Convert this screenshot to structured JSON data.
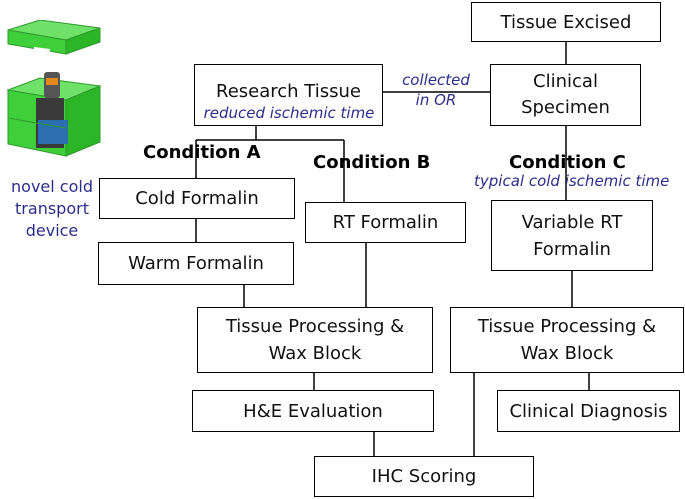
{
  "boxes": {
    "tissue_excised": "Tissue Excised",
    "research_tissue": "Research Tissue",
    "research_tissue_note": "reduced ischemic time",
    "clinical_specimen_line1": "Clinical",
    "clinical_specimen_line2": "Specimen",
    "cold_formalin": "Cold Formalin",
    "warm_formalin": "Warm Formalin",
    "rt_formalin": "RT Formalin",
    "variable_rt_line1": "Variable RT",
    "variable_rt_line2": "Formalin",
    "tpwb_left_line1": "Tissue Processing &",
    "tpwb_left_line2": "Wax Block",
    "tpwb_right_line1": "Tissue Processing &",
    "tpwb_right_line2": "Wax Block",
    "he_evaluation": "H&E Evaluation",
    "clinical_diagnosis": "Clinical Diagnosis",
    "ihc_scoring": "IHC Scoring"
  },
  "conditions": {
    "a": "Condition A",
    "b": "Condition B",
    "c": "Condition C",
    "c_note": "typical cold ischemic time"
  },
  "link_note": {
    "line1": "collected",
    "line2": "in OR"
  },
  "device": {
    "line1": "novel cold",
    "line2": "transport",
    "line3": "device"
  },
  "colors": {
    "annotation": "#2b2d8a",
    "device_green": "#3fcf3a",
    "device_blue": "#2b6fb0"
  }
}
